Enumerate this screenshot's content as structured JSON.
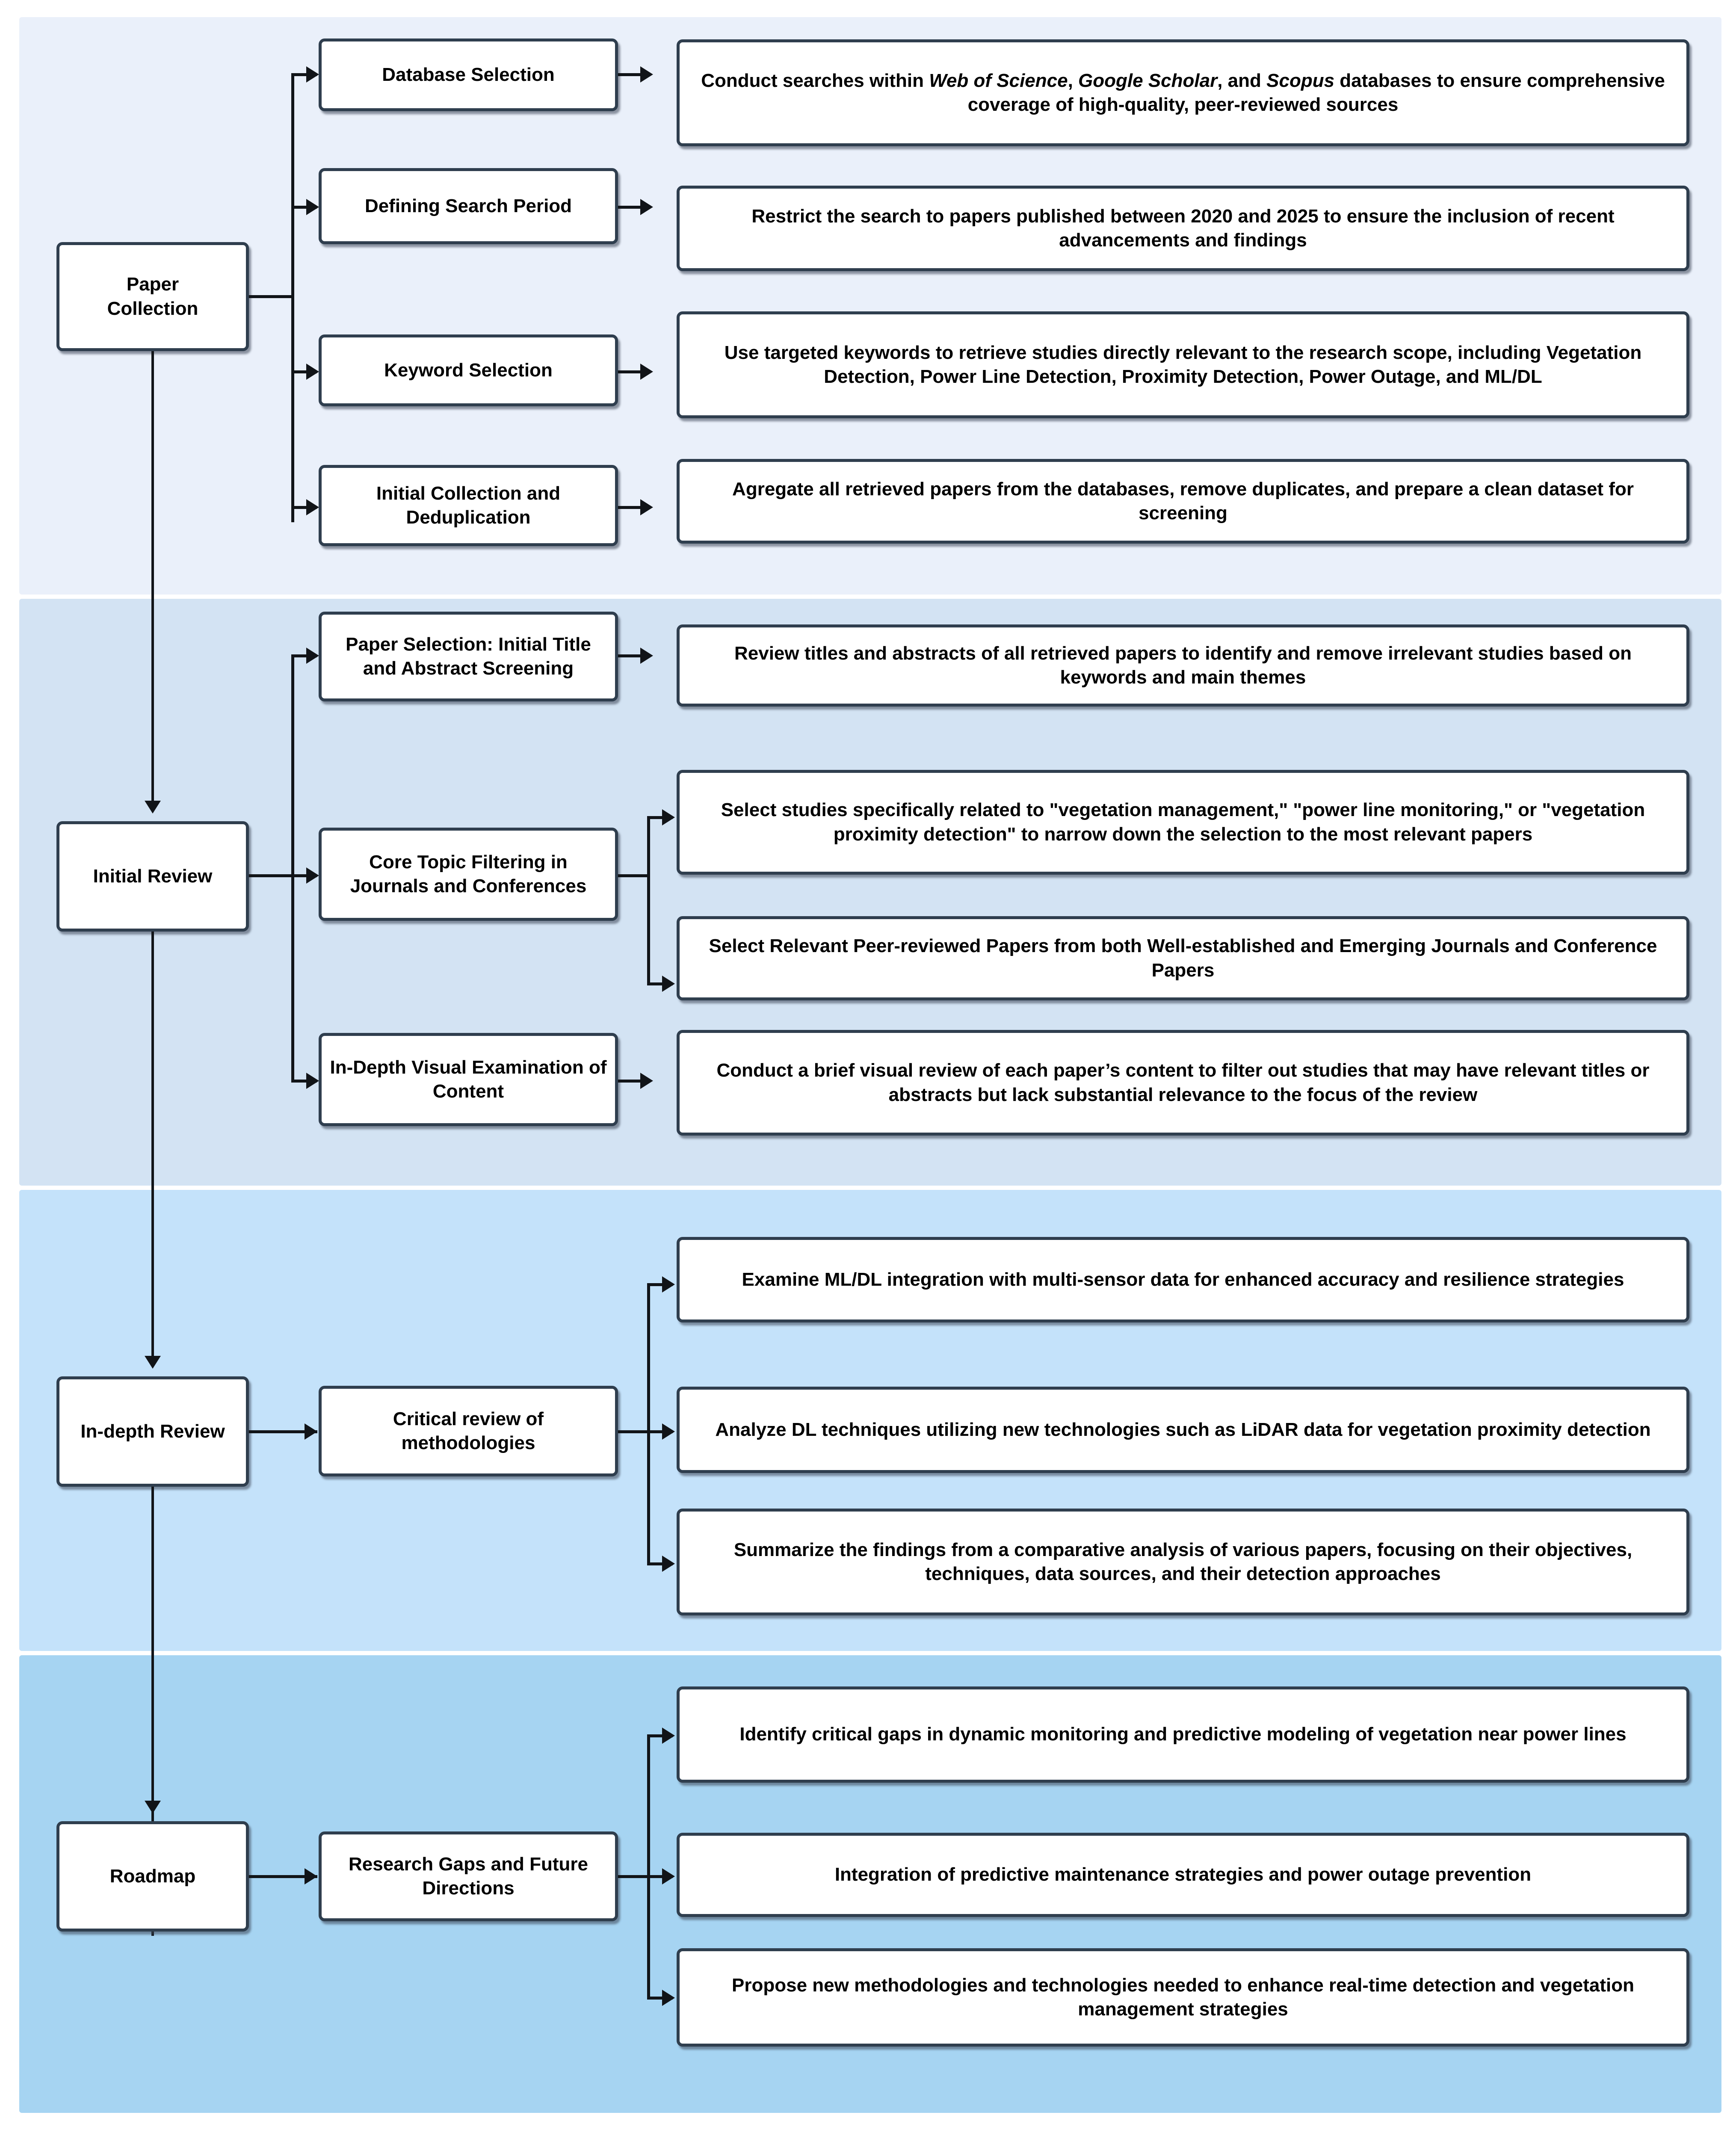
{
  "diagram": {
    "title": "Systematic literature review methodology flowchart",
    "colors": {
      "band_1": "#eaf0fa",
      "band_2": "#d3e3f3",
      "band_3": "#c4e2fa",
      "band_4": "#a6d4f2",
      "box_border": "#2f3e4e",
      "box_fill": "#ffffff",
      "connector": "#111418"
    }
  },
  "stages": [
    {
      "id": "paper-collection",
      "label": "Paper\nCollection",
      "label_lines": [
        "Paper",
        "Collection"
      ],
      "substeps": [
        {
          "id": "database-selection",
          "label": "Database Selection",
          "details": [
            {
              "id": "conduct-searches",
              "text": "Conduct searches within Web of Science, Google Scholar, and Scopus databases to ensure comprehensive coverage of high-quality, peer-reviewed sources",
              "italic_terms": [
                "Web of Science",
                "Google Scholar",
                "Scopus"
              ]
            }
          ]
        },
        {
          "id": "defining-search-period",
          "label": "Defining Search Period",
          "label_lines": [
            "Defining Search",
            "Period"
          ],
          "details": [
            {
              "id": "restrict-years",
              "text": "Restrict the search to papers published between 2020 and 2025 to ensure the inclusion of recent advancements and findings"
            }
          ]
        },
        {
          "id": "keyword-selection",
          "label": "Keyword Selection",
          "details": [
            {
              "id": "targeted-keywords",
              "text": "Use targeted keywords to retrieve studies directly relevant to the research scope, including Vegetation Detection, Power Line Detection, Proximity Detection, Power Outage, and ML/DL"
            }
          ]
        },
        {
          "id": "initial-collection-dedup",
          "label": "Initial Collection and Deduplication",
          "label_lines": [
            "Initial Collection and",
            "Deduplication"
          ],
          "details": [
            {
              "id": "aggregate-dedup",
              "text": "Agregate all retrieved papers from the databases, remove duplicates, and prepare a clean dataset for screening"
            }
          ]
        }
      ]
    },
    {
      "id": "initial-review",
      "label": "Initial Review",
      "label_lines": [
        "Initial Review"
      ],
      "substeps": [
        {
          "id": "paper-selection-screening",
          "label": "Paper Selection: Initial Title and Abstract Screening",
          "label_lines": [
            "Paper Selection:",
            "Initial Title and",
            "Abstract Screening"
          ],
          "details": [
            {
              "id": "review-titles-abstracts",
              "text": "Review titles and abstracts of all retrieved papers to identify and remove irrelevant studies based on keywords and main themes"
            }
          ]
        },
        {
          "id": "core-topic-filtering",
          "label": "Core Topic Filtering in Journals and Conferences",
          "label_lines": [
            "Core Topic Filtering",
            "in Journals and",
            "Conferences"
          ],
          "details": [
            {
              "id": "select-studies-specific",
              "text": "Select studies specifically related to \"vegetation management,\" \"power line monitoring,\" or \"vegetation proximity detection\" to narrow down the selection to the most relevant papers"
            },
            {
              "id": "select-peer-reviewed",
              "text": "Select Relevant Peer-reviewed Papers from both Well-established and Emerging Journals and Conference Papers"
            }
          ]
        },
        {
          "id": "in-depth-visual-exam",
          "label": "In-Depth Visual Examination of Content",
          "label_lines": [
            "In-Depth Visual",
            "Examination of",
            "Content"
          ],
          "details": [
            {
              "id": "brief-visual-review",
              "text": "Conduct a brief visual review of each paper’s content to filter out studies that may have relevant titles or abstracts but lack substantial relevance to the focus of the review"
            }
          ]
        }
      ]
    },
    {
      "id": "in-depth-review",
      "label": "In-depth Review",
      "label_lines": [
        "In-depth",
        "Review"
      ],
      "substeps": [
        {
          "id": "critical-review-methodologies",
          "label": "Critical review of methodologies",
          "label_lines": [
            "Critical review of",
            "methodologies"
          ],
          "details": [
            {
              "id": "examine-mldl-integration",
              "text": "Examine ML/DL integration with multi-sensor data for enhanced accuracy and resilience strategies"
            },
            {
              "id": "analyze-dl-lidar",
              "text": "Analyze DL techniques utilizing new technologies such as LiDAR data for vegetation proximity detection"
            },
            {
              "id": "summarize-findings",
              "text": "Summarize the findings from a comparative analysis of various papers, focusing on their objectives, techniques, data sources, and their detection approaches"
            }
          ]
        }
      ]
    },
    {
      "id": "roadmap",
      "label": "Roadmap",
      "label_lines": [
        "Roadmap"
      ],
      "substeps": [
        {
          "id": "research-gaps-future",
          "label": "Research Gaps and Future Directions",
          "label_lines": [
            "Research Gaps and",
            "Future Directions"
          ],
          "details": [
            {
              "id": "identify-critical-gaps",
              "text": "Identify critical gaps in dynamic monitoring and predictive modeling of vegetation near power lines"
            },
            {
              "id": "integration-predictive-maintenance",
              "text": "Integration of predictive maintenance strategies and power outage prevention"
            },
            {
              "id": "propose-new-methodologies",
              "text": "Propose new methodologies and technologies needed to enhance real-time detection and vegetation management strategies"
            }
          ]
        }
      ]
    }
  ]
}
